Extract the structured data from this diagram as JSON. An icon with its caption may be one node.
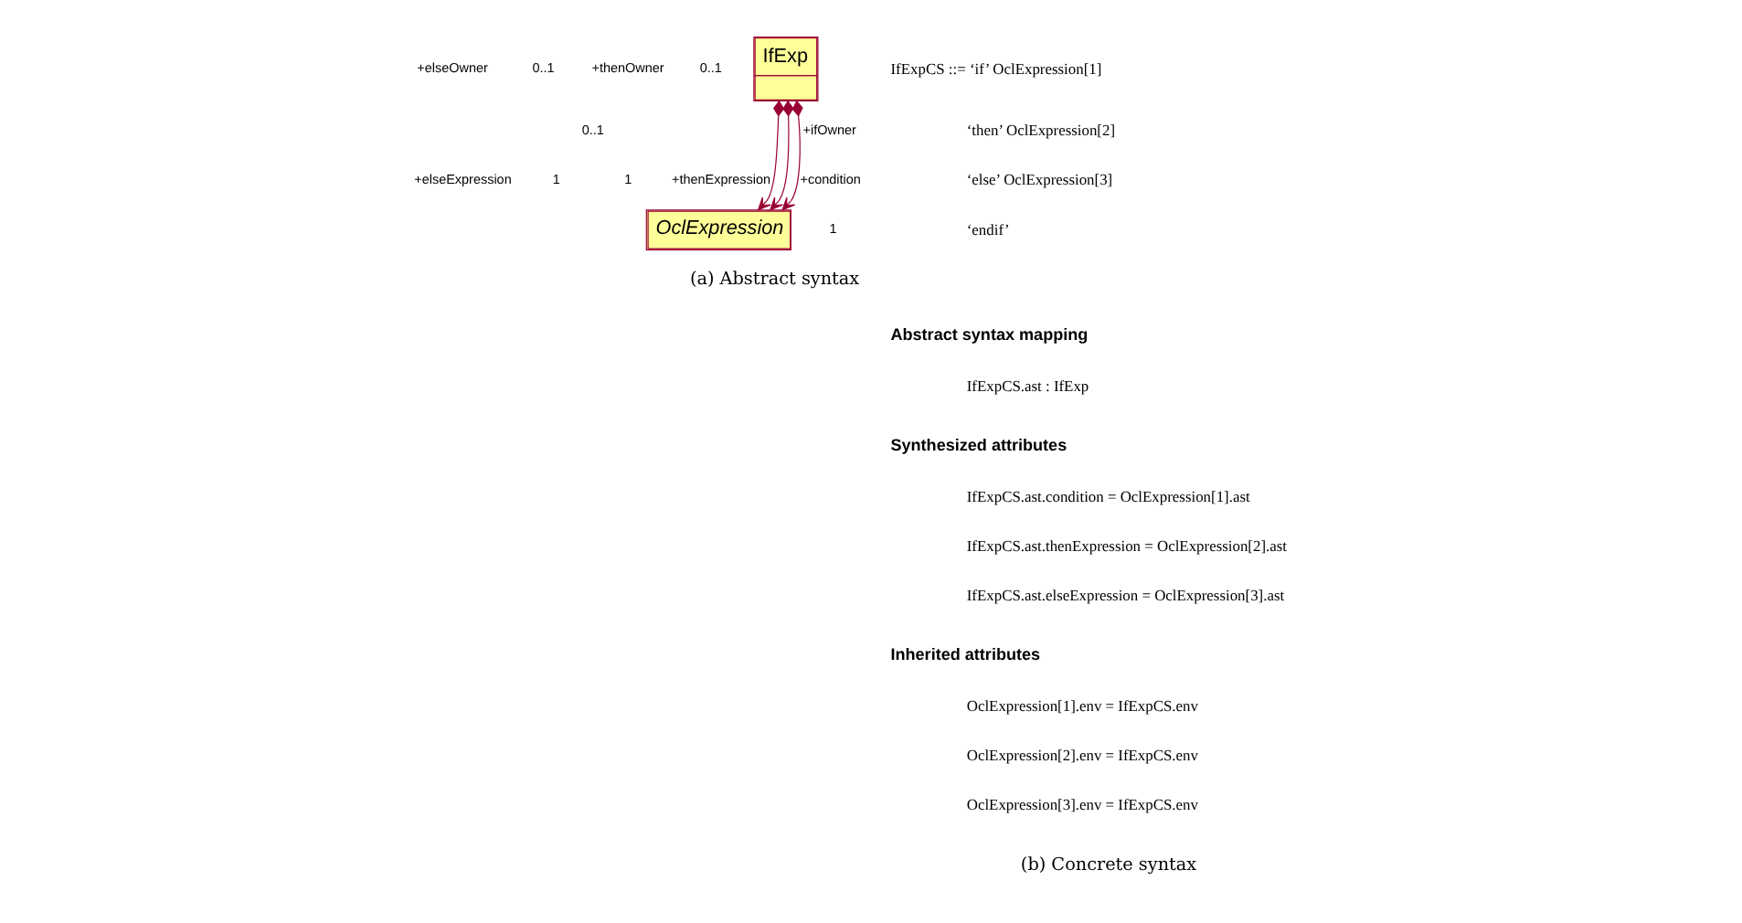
{
  "diagram": {
    "nodes": [
      {
        "text": [
          "IfExp"
        ]
      },
      {
        "text": [
          "OclExpression"
        ]
      }
    ],
    "edges": [
      {
        "from": 0,
        "to": 1,
        "arrow": "to"
      },
      {
        "from": 0,
        "to": 1,
        "arrow": "to"
      },
      {
        "from": 0,
        "to": 1,
        "arrow": "to"
      }
    ],
    "labels": [
      "0..1",
      "+thenOwner",
      "0..1",
      "+elseOwner",
      "0..1",
      "+ifOwner",
      "+condition",
      "+thenExpression",
      "1",
      "1",
      "+elseExpression",
      "1",
      "(a) Abstract syntax",
      "IfExpCS ::= ‘if’ OclExpression[1]",
      "‘then’ OclExpression[2]",
      "‘else’ OclExpression[3]",
      "‘endif’",
      "Abstract syntax mapping",
      "IfExpCS.ast : IfExp",
      "Synthesized attributes",
      "IfExpCS.ast.condition = OclExpression[1].ast",
      "IfExpCS.ast.thenExpression = OclExpression[2].ast",
      "IfExpCS.ast.elseExpression = OclExpression[3].ast",
      "Inherited attributes",
      "OclExpression[1].env = IfExpCS.env",
      "OclExpression[2].env = IfExpCS.env",
      "OclExpression[3].env = IfExpCS.env",
      "(b) Concrete syntax"
    ]
  }
}
